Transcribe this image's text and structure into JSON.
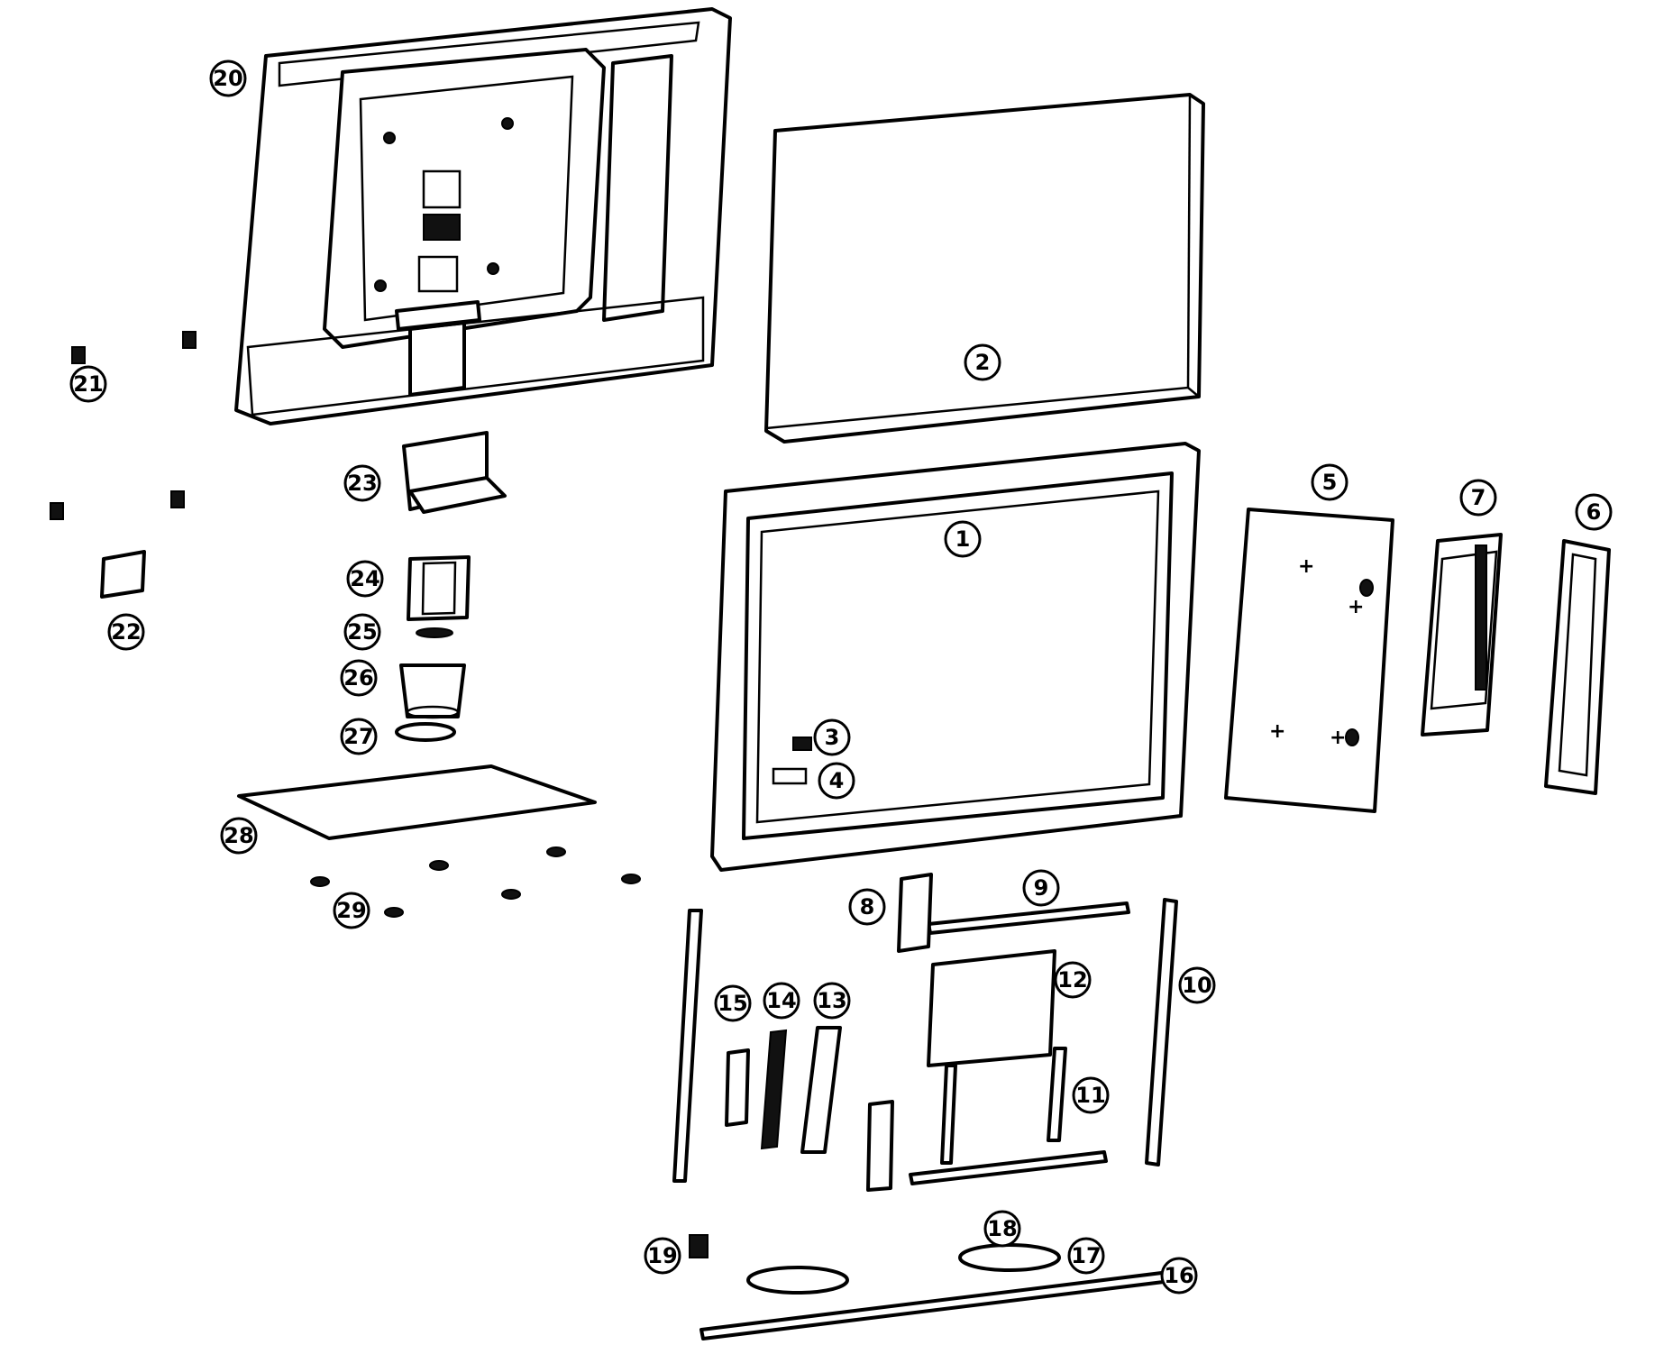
{
  "callouts": [
    {
      "label": "1",
      "part": "front-bezel"
    },
    {
      "label": "2",
      "part": "lcd-panel"
    },
    {
      "label": "3",
      "part": "small-component-3"
    },
    {
      "label": "4",
      "part": "small-component-4"
    },
    {
      "label": "5",
      "part": "back-shield-plate"
    },
    {
      "label": "6",
      "part": "side-bracket"
    },
    {
      "label": "7",
      "part": "main-board"
    },
    {
      "label": "8",
      "part": "small-board-8"
    },
    {
      "label": "9",
      "part": "top-bar-9"
    },
    {
      "label": "10",
      "part": "right-rail-10"
    },
    {
      "label": "11",
      "part": "support-bracket-11"
    },
    {
      "label": "12",
      "part": "power-board-12"
    },
    {
      "label": "13",
      "part": "board-13"
    },
    {
      "label": "14",
      "part": "board-14"
    },
    {
      "label": "15",
      "part": "board-15"
    },
    {
      "label": "16",
      "part": "bottom-bar-16"
    },
    {
      "label": "17",
      "part": "speaker-17"
    },
    {
      "label": "18",
      "part": "speaker-18"
    },
    {
      "label": "19",
      "part": "clip-19"
    },
    {
      "label": "20",
      "part": "rear-cover"
    },
    {
      "label": "21",
      "part": "screws-21"
    },
    {
      "label": "22",
      "part": "bracket-22"
    },
    {
      "label": "23",
      "part": "stand-hinge-23"
    },
    {
      "label": "24",
      "part": "stand-neck-24"
    },
    {
      "label": "25",
      "part": "washer-25"
    },
    {
      "label": "26",
      "part": "stand-collar-26"
    },
    {
      "label": "27",
      "part": "ring-27"
    },
    {
      "label": "28",
      "part": "stand-base-28"
    },
    {
      "label": "29",
      "part": "rubber-feet-29"
    }
  ]
}
